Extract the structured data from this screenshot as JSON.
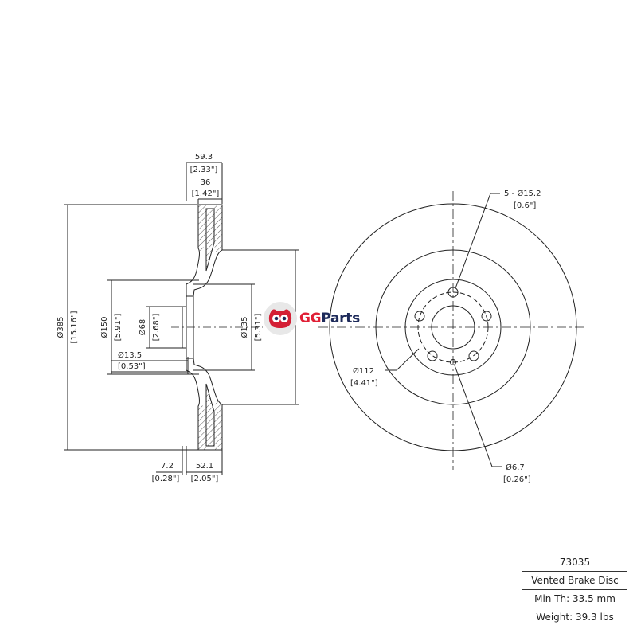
{
  "dimensions": {
    "overall_width": {
      "mm": "59.3",
      "in": "[2.33\"]"
    },
    "vent_width": {
      "mm": "36",
      "in": "[1.42\"]"
    },
    "outer_diameter": {
      "mm": "Ø385",
      "in": "[15.16\"]"
    },
    "hat_diameter": {
      "mm": "Ø150",
      "in": "[5.91\"]"
    },
    "center_bore": {
      "mm": "Ø68",
      "in": "[2.68\"]"
    },
    "small_hole": {
      "mm": "Ø13.5",
      "in": "[0.53\"]"
    },
    "inner_face": {
      "mm": "Ø135",
      "in": "[5.31\"]"
    },
    "hat_thickness": {
      "mm": "7.2",
      "in": "[0.28\"]"
    },
    "hat_height": {
      "mm": "52.1",
      "in": "[2.05\"]"
    },
    "bolt_holes": {
      "mm": "5 - Ø15.2",
      "in": "[0.6\"]"
    },
    "bolt_circle": {
      "mm": "Ø112",
      "in": "[4.41\"]"
    },
    "locator_hole": {
      "mm": "Ø6.7",
      "in": "[0.26\"]"
    }
  },
  "logo": {
    "gg": "GG",
    "parts": "Parts"
  },
  "title_block": {
    "part_number": "73035",
    "description": "Vented Brake Disc",
    "min_thickness": "Min Th: 33.5 mm",
    "weight": "Weight: 39.3 lbs"
  }
}
